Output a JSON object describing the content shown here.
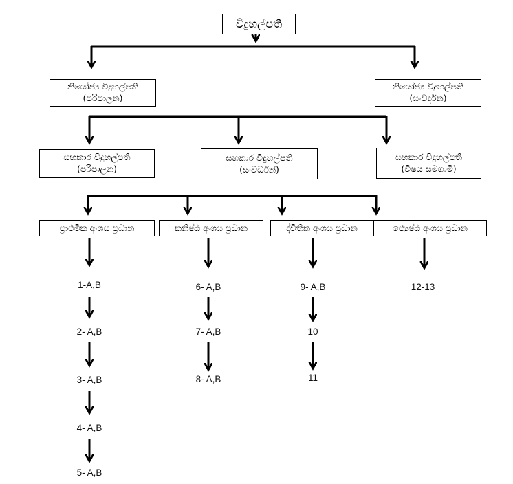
{
  "diagram": {
    "title": "School staff organisation chart",
    "colors": {
      "line": "#000000",
      "text": "#000000",
      "background": "#ffffff"
    },
    "root": {
      "label": "විදුහල්පති"
    },
    "level2": [
      {
        "line1": "නියෝජ්‍ය විදුහල්පති",
        "line2": "(පරිපාලන)"
      },
      {
        "line1": "නියෝජ්‍ය විදුහල්පති",
        "line2": "(සංවර්දන)"
      }
    ],
    "level3": [
      {
        "line1": "සහකාර විදුහල්පති",
        "line2": "(පරිපාලන)"
      },
      {
        "line1": "සහකාර විදුහල්පති",
        "line2": "(සංවර්ධන්)"
      },
      {
        "line1": "සහකාර විදුහල්පති",
        "line2": "(විෂය සමගාමී)"
      }
    ],
    "level4": [
      {
        "label": "ප්‍රාථමික අංශය ප්‍රධාන"
      },
      {
        "label": "කනිෂ්ඨ අංශය ප්‍රධාන"
      },
      {
        "label": "ද්විතික අංශය ප්‍රධාන"
      },
      {
        "label": "ජ්‍යෙෂ්ඨ අංශය ප්‍රධාන"
      }
    ],
    "columns": [
      {
        "items": [
          "1-A,B",
          "2- A,B",
          "3- A,B",
          "4- A,B",
          "5- A,B"
        ]
      },
      {
        "items": [
          "6- A,B",
          "7- A,B",
          "8- A,B"
        ]
      },
      {
        "items": [
          "9- A,B",
          "10",
          "11"
        ]
      },
      {
        "items": [
          "12-13"
        ]
      }
    ]
  }
}
